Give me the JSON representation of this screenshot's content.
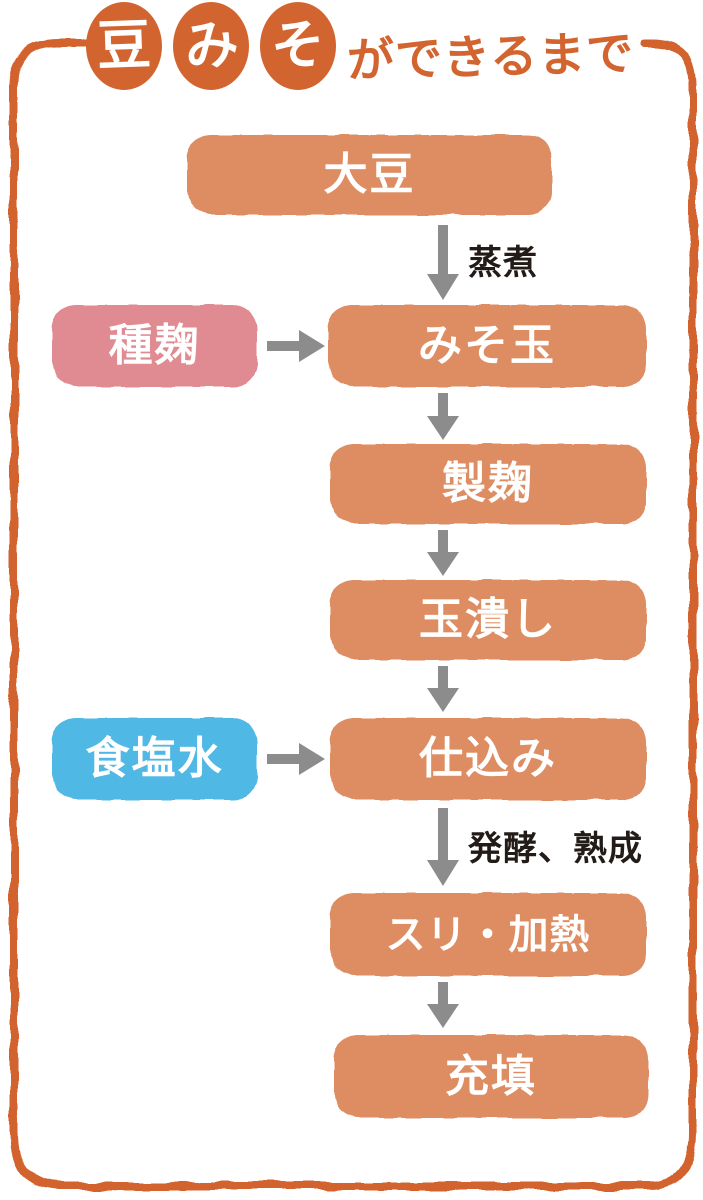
{
  "title": {
    "circle_chars": [
      "豆",
      "み",
      "そ"
    ],
    "suffix": "ができるまで"
  },
  "flow": {
    "nodes": {
      "soybeans": "大豆",
      "seed_koji": "種麹",
      "miso_ball": "みそ玉",
      "koji_making": "製麹",
      "ball_crushing": "玉潰し",
      "salt_water": "食塩水",
      "preparation": "仕込み",
      "grinding_heating": "スリ・加熱",
      "filling": "充填"
    },
    "edge_labels": {
      "steaming": "蒸煮",
      "fermentation_aging": "発酵、熟成"
    }
  },
  "colors": {
    "accent_orange": "#D2642F",
    "box_salmon": "#DE8D64",
    "box_pink": "#E08A92",
    "box_blue": "#4FB8E5",
    "arrow_gray": "#8C8C8C",
    "label_black": "#221B17",
    "text_white": "#FFFFFF"
  }
}
